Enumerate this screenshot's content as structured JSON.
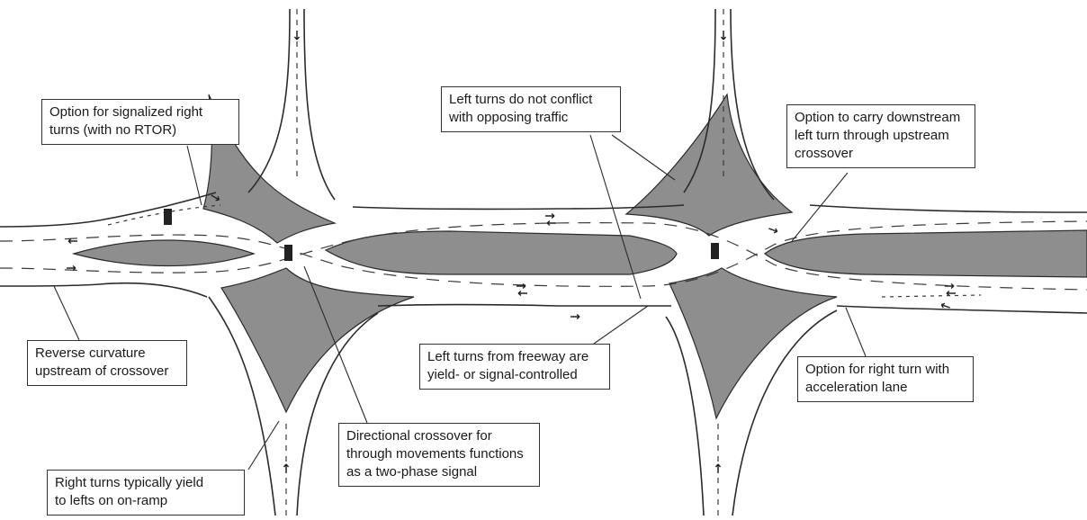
{
  "colors": {
    "median": "#8e8e8e",
    "road_edge": "#2b2b2b",
    "lane_marking": "#3a3a3a",
    "leader": "#2b2b2b",
    "callout_border": "#333333"
  },
  "callouts": [
    {
      "id": "signalized-right-turns",
      "lines": [
        "Option for signalized right",
        "turns (with no RTOR)"
      ]
    },
    {
      "id": "left-turns-no-conflict",
      "lines": [
        "Left turns do not conflict",
        "with opposing traffic"
      ]
    },
    {
      "id": "downstream-left-turn",
      "lines": [
        "Option to carry downstream",
        "left turn through upstream",
        "crossover"
      ]
    },
    {
      "id": "reverse-curvature",
      "lines": [
        "Reverse curvature",
        "upstream of crossover"
      ]
    },
    {
      "id": "freeway-left-turns",
      "lines": [
        "Left turns from freeway are",
        "yield- or signal-controlled"
      ]
    },
    {
      "id": "right-turn-acceleration",
      "lines": [
        "Option for right turn with",
        "acceleration lane"
      ]
    },
    {
      "id": "directional-crossover",
      "lines": [
        "Directional crossover for",
        "through movements functions",
        "as a two-phase signal"
      ]
    },
    {
      "id": "right-turns-yield",
      "lines": [
        "Right turns typically yield",
        "to lefts on on-ramp"
      ]
    }
  ]
}
